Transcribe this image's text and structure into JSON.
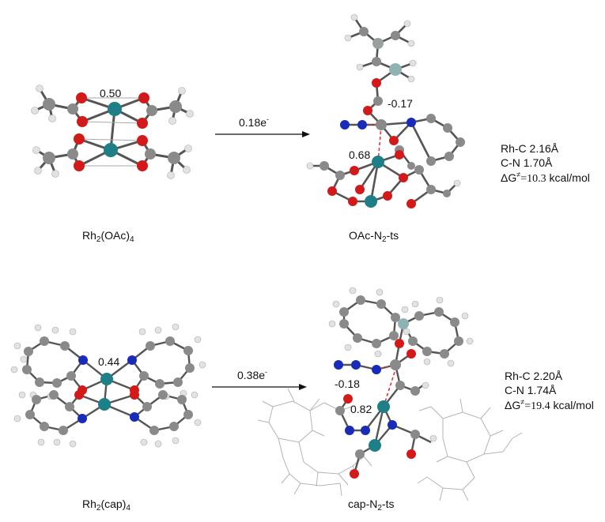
{
  "colors": {
    "rh": "#1f7f86",
    "o": "#d31a1a",
    "n": "#1a2bb8",
    "c": "#7a7a7a",
    "h": "#dcdcdc",
    "bond": "#555555",
    "wire": "#b0b0b0",
    "ts": "#e0333a"
  },
  "row1": {
    "reactant": {
      "name_base": "Rh",
      "name_sub1": "2",
      "name_mid": "(OAc)",
      "name_sub2": "4",
      "rh_rh_charge": "0.50"
    },
    "transfer": {
      "value": "0.18e",
      "sup": "-"
    },
    "ts": {
      "name_base": "OAc-N",
      "name_sub": "2",
      "name_tail": "-ts",
      "charge_carbene": "-0.17",
      "charge_rh": "0.68"
    },
    "props": {
      "rhc": "Rh-C 2.16Å",
      "cn": "C-N  1.70Å",
      "dg_prefix": "ΔG",
      "dg_sup": "≠",
      "dg_value": "=10.3",
      "dg_unit": " kcal/mol"
    }
  },
  "row2": {
    "reactant": {
      "name_base": "Rh",
      "name_sub1": "2",
      "name_mid": "(cap)",
      "name_sub2": "4",
      "rh_rh_charge": "0.44"
    },
    "transfer": {
      "value": "0.38e",
      "sup": "-"
    },
    "ts": {
      "name_base": "cap-N",
      "name_sub": "2",
      "name_tail": "-ts",
      "charge_carbene": "-0.18",
      "charge_rh": "0.82"
    },
    "props": {
      "rhc": "Rh-C 2.20Å",
      "cn": "C-N  1.74Å",
      "dg_prefix": "ΔG",
      "dg_sup": "≠",
      "dg_value": "=19.4",
      "dg_unit": " kcal/mol"
    }
  }
}
